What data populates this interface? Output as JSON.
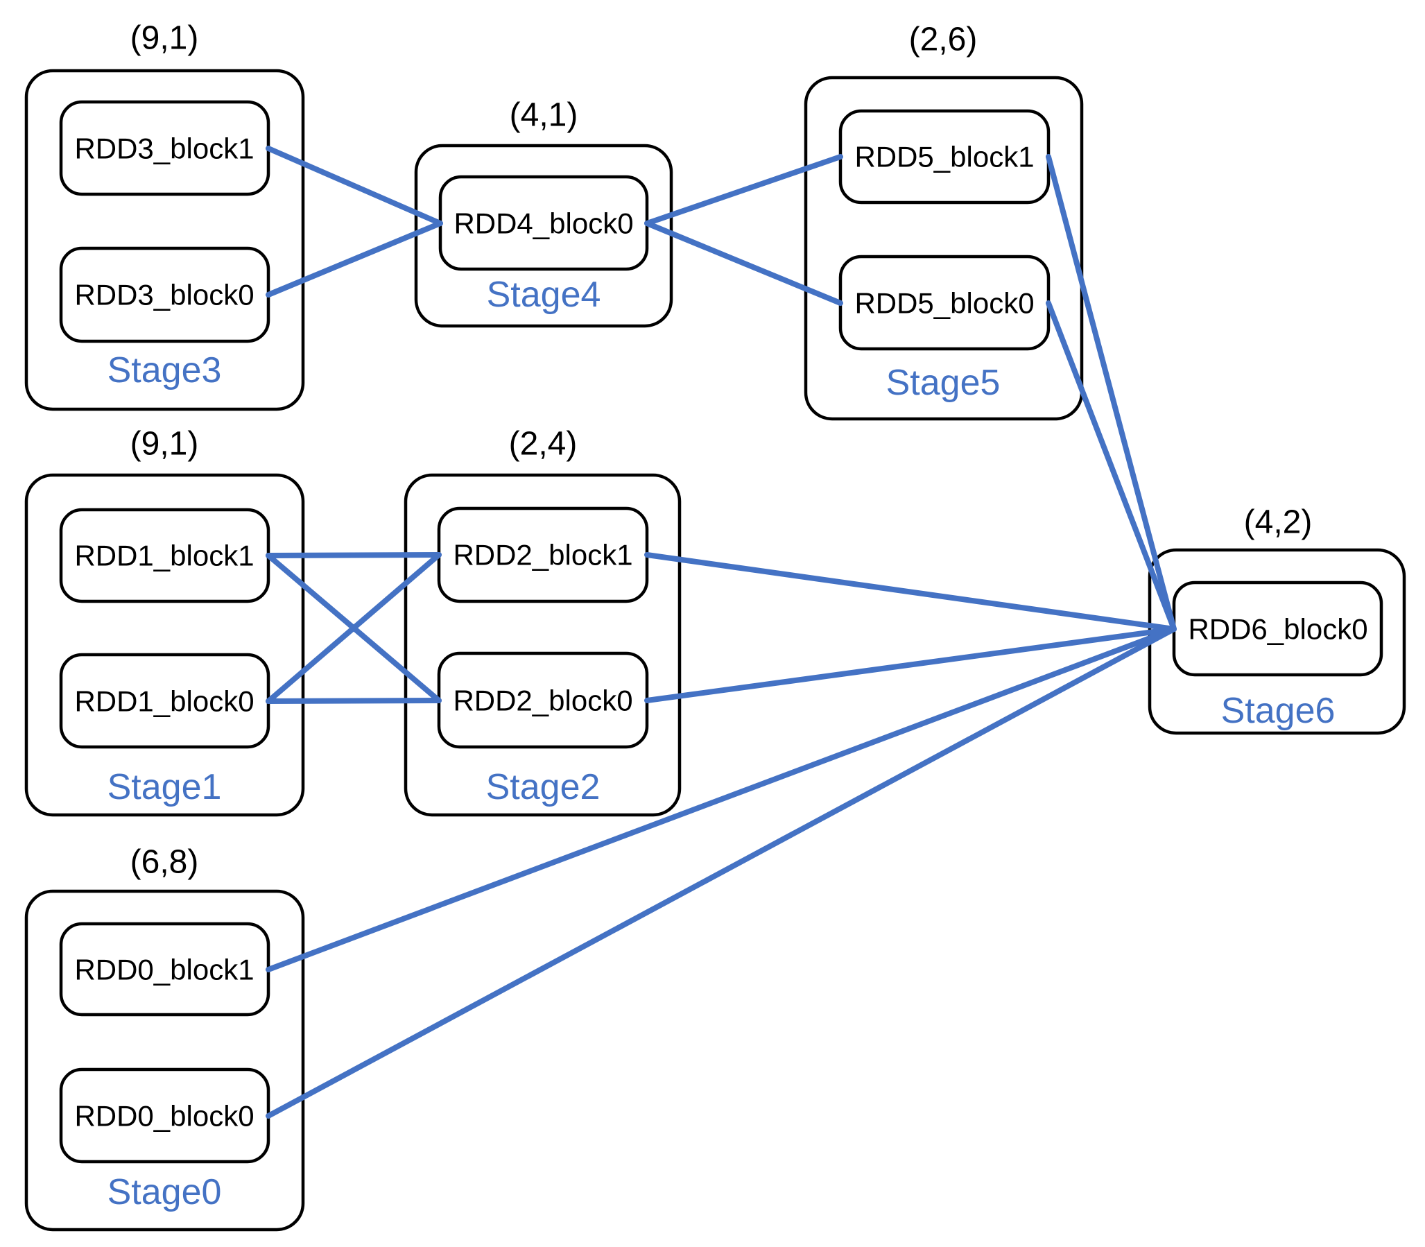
{
  "diagram": {
    "accent_color": "#4472C4",
    "outline_color": "#000000",
    "stages": [
      {
        "name": "Stage3",
        "tuple": "(9,1)",
        "blocks": [
          {
            "name": "RDD3_block1"
          },
          {
            "name": "RDD3_block0"
          }
        ]
      },
      {
        "name": "Stage4",
        "tuple": "(4,1)",
        "blocks": [
          {
            "name": "RDD4_block0"
          }
        ]
      },
      {
        "name": "Stage5",
        "tuple": "(2,6)",
        "blocks": [
          {
            "name": "RDD5_block1"
          },
          {
            "name": "RDD5_block0"
          }
        ]
      },
      {
        "name": "Stage1",
        "tuple": "(9,1)",
        "blocks": [
          {
            "name": "RDD1_block1"
          },
          {
            "name": "RDD1_block0"
          }
        ]
      },
      {
        "name": "Stage2",
        "tuple": "(2,4)",
        "blocks": [
          {
            "name": "RDD2_block1"
          },
          {
            "name": "RDD2_block0"
          }
        ]
      },
      {
        "name": "Stage6",
        "tuple": "(4,2)",
        "blocks": [
          {
            "name": "RDD6_block0"
          }
        ]
      },
      {
        "name": "Stage0",
        "tuple": "(6,8)",
        "blocks": [
          {
            "name": "RDD0_block1"
          },
          {
            "name": "RDD0_block0"
          }
        ]
      }
    ],
    "edges": [
      {
        "from": "RDD3_block1",
        "to": "RDD4_block0"
      },
      {
        "from": "RDD3_block0",
        "to": "RDD4_block0"
      },
      {
        "from": "RDD4_block0",
        "to": "RDD5_block1"
      },
      {
        "from": "RDD4_block0",
        "to": "RDD5_block0"
      },
      {
        "from": "RDD5_block1",
        "to": "RDD6_block0"
      },
      {
        "from": "RDD5_block0",
        "to": "RDD6_block0"
      },
      {
        "from": "RDD1_block1",
        "to": "RDD2_block1"
      },
      {
        "from": "RDD1_block1",
        "to": "RDD2_block0"
      },
      {
        "from": "RDD1_block0",
        "to": "RDD2_block1"
      },
      {
        "from": "RDD1_block0",
        "to": "RDD2_block0"
      },
      {
        "from": "RDD2_block1",
        "to": "RDD6_block0"
      },
      {
        "from": "RDD2_block0",
        "to": "RDD6_block0"
      },
      {
        "from": "RDD0_block1",
        "to": "RDD6_block0"
      },
      {
        "from": "RDD0_block0",
        "to": "RDD6_block0"
      }
    ]
  }
}
